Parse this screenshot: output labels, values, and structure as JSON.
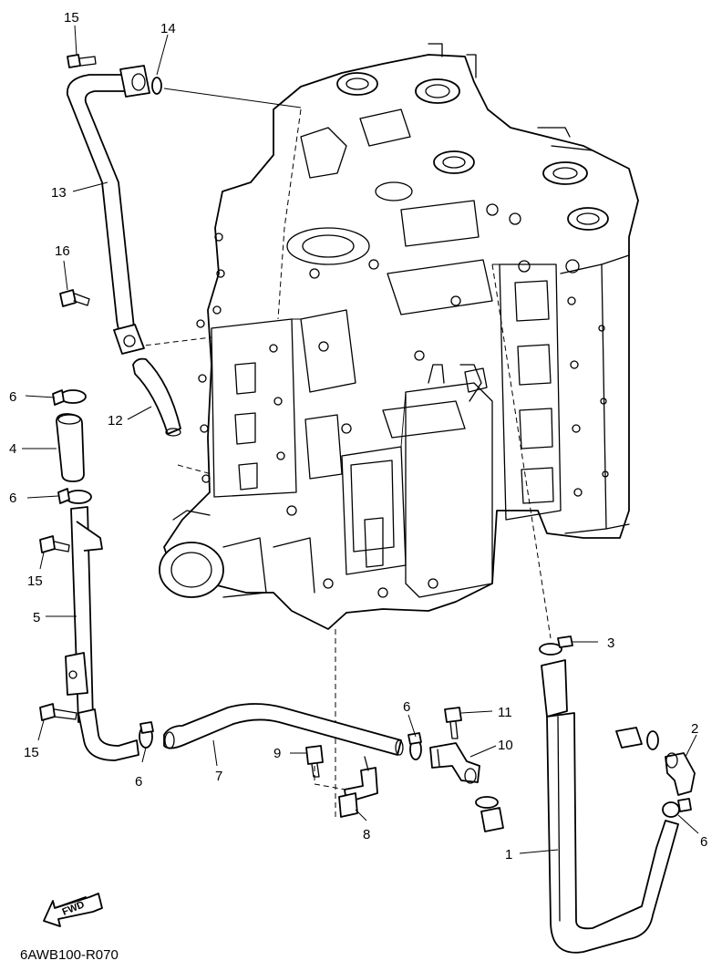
{
  "diagram_code": "6AWB100-R070",
  "fwd_label": "FWD",
  "callouts": {
    "c1": "1",
    "c2": "2",
    "c3": "3",
    "c4": "4",
    "c5": "5",
    "c6a": "6",
    "c6b": "6",
    "c6c": "6",
    "c6d": "6",
    "c6e": "6",
    "c7": "7",
    "c8": "8",
    "c9": "9",
    "c10": "10",
    "c11": "11",
    "c12": "12",
    "c13": "13",
    "c14": "14",
    "c15a": "15",
    "c15b": "15",
    "c15c": "15",
    "c16": "16"
  }
}
